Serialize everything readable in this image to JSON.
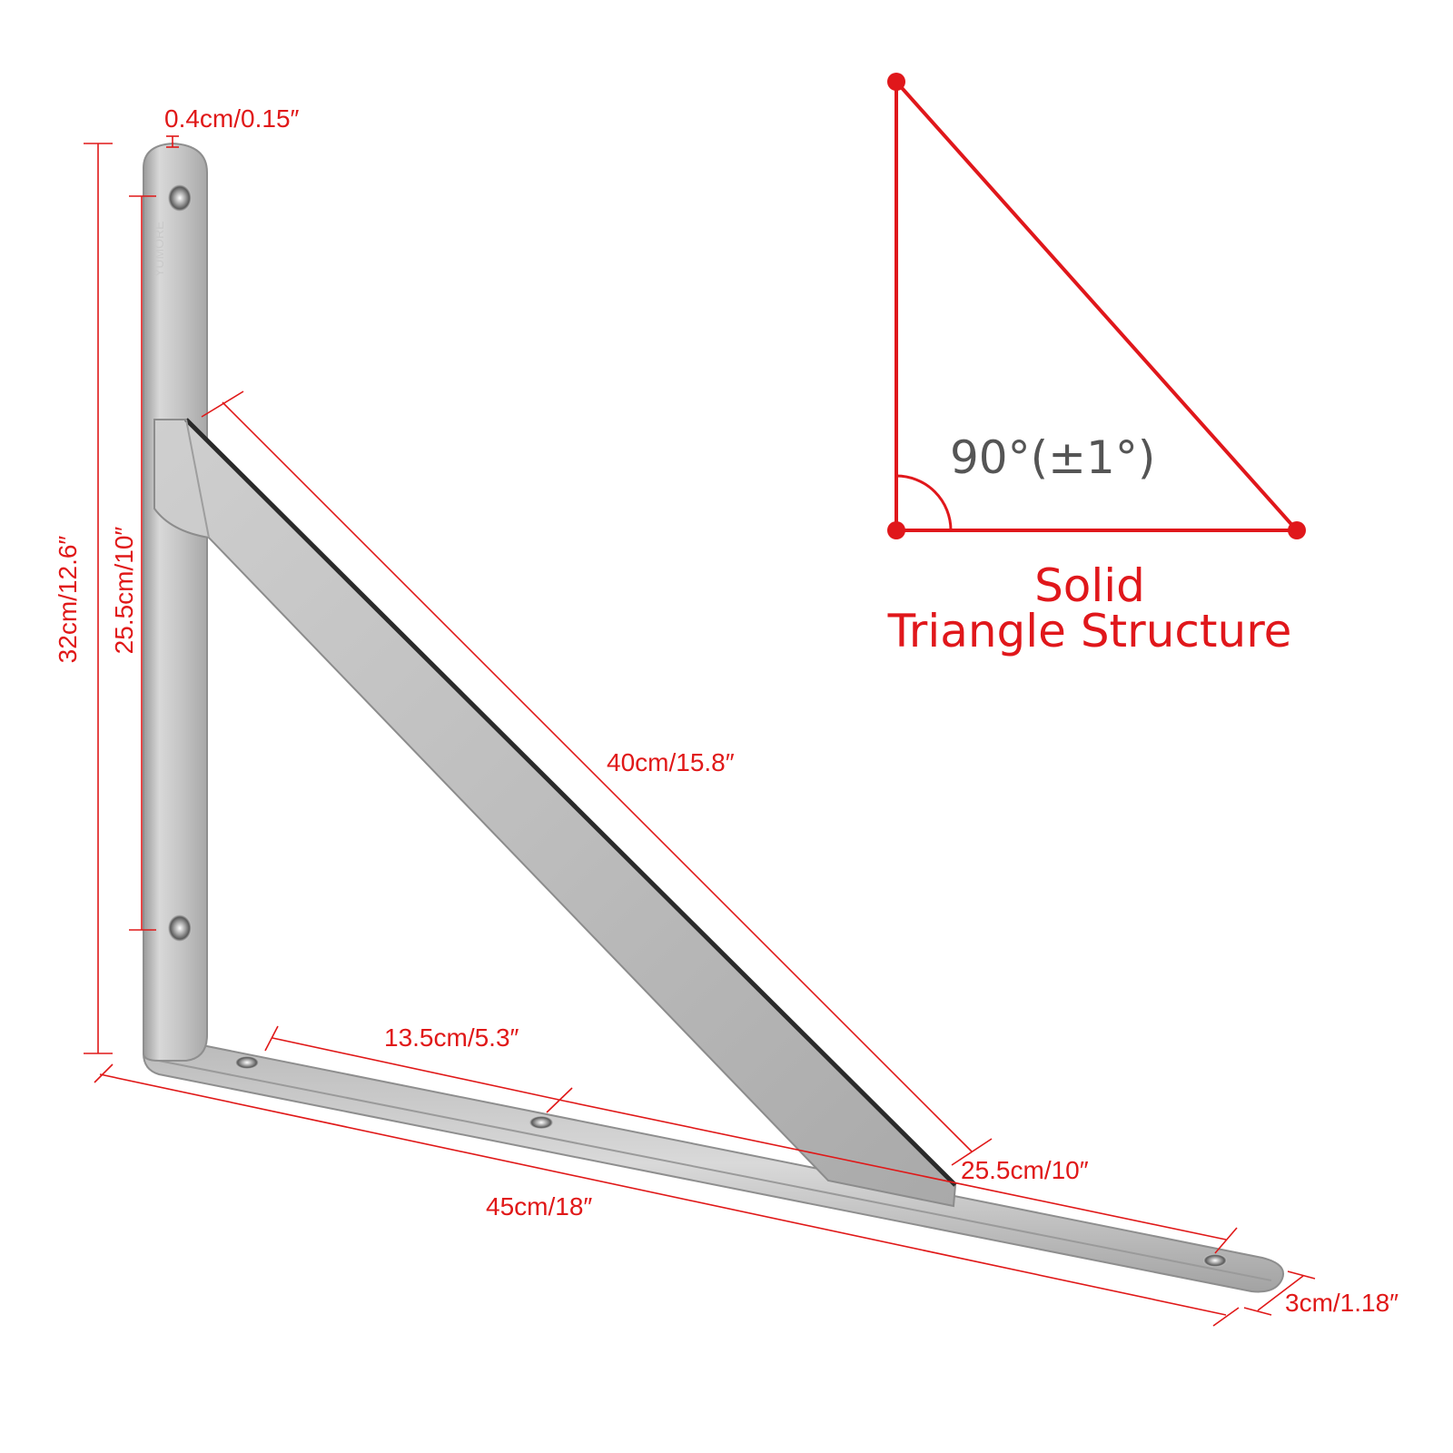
{
  "colors": {
    "dimension_red": "#e01818",
    "steel_light": "#d6d6d6",
    "steel_mid": "#b4b4b4",
    "steel_dark": "#8a8a8a",
    "angle_text": "#555555"
  },
  "bracket": {
    "brand": "YUMORE",
    "dimensions": {
      "thickness": "0.4cm/0.15″",
      "total_height": "32cm/12.6″",
      "hole_spacing_vertical": "25.5cm/10″",
      "diagonal_brace": "40cm/15.8″",
      "hole_spacing_horizontal": "13.5cm/5.3″",
      "brace_foot": "25.5cm/10″",
      "total_length": "45cm/18″",
      "width": "3cm/1.18″"
    }
  },
  "triangle": {
    "angle_label": "90°(±1°)",
    "caption_line1": "Solid",
    "caption_line2": "Triangle Structure"
  }
}
